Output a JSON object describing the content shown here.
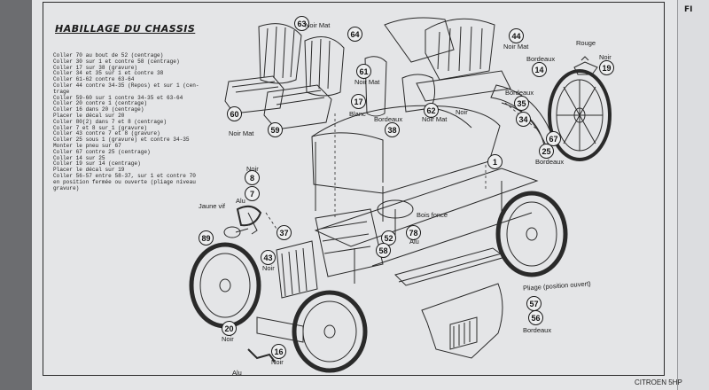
{
  "title": "HABILLAGE DU CHASSIS",
  "side_title": "FI",
  "footer": "CITROEN 5HP",
  "instructions": [
    "Coller 70 au bout de 52 (centrage)",
    "Coller 30 sur 1 et contre 58 (centrage)",
    "Coller 17 sur 38 (gravure)",
    "Coller 34 et 35 sur 1 et contre 38",
    "Coller 61-62 contre 63-64",
    "Coller 44 contre 34-35 (Repos) et sur 1 (cen-",
    "trage",
    "Coller 59-60 sur 1 contre 34-35 et 63-64",
    "Coller 20 contre 1 (centrage)",
    "Coller 16 dans 20 (centrage)",
    "Placer le décal sur 20",
    "Coller 80(2) dans 7 et 8 (centrage)",
    "Coller 7 et 8 sur 1 (gravure)",
    "Coller 43 contre 7 et 8 (gravure)",
    "Coller 25 sous 1 (gravure) et contre 34-35",
    "Monter le pneu sur 67",
    "Coller 67 contre 25 (centrage)",
    "Coller 14 sur 25",
    "Coller 19 sur 14 (centrage)",
    "Placer le décal sur 19",
    "Coller 56-57 entre 58-37, sur 1 et contre 70",
    "en position fermée ou ouverte (pliage niveau",
    "gravure)"
  ],
  "parts": [
    {
      "id": "63",
      "n": "63"
    },
    {
      "id": "64",
      "n": "64"
    },
    {
      "id": "44",
      "n": "44"
    },
    {
      "id": "61",
      "n": "61"
    },
    {
      "id": "14",
      "n": "14"
    },
    {
      "id": "19",
      "n": "19"
    },
    {
      "id": "17",
      "n": "17"
    },
    {
      "id": "62",
      "n": "62"
    },
    {
      "id": "35",
      "n": "35"
    },
    {
      "id": "34",
      "n": "34"
    },
    {
      "id": "60",
      "n": "60"
    },
    {
      "id": "59",
      "n": "59"
    },
    {
      "id": "38",
      "n": "38"
    },
    {
      "id": "67",
      "n": "67"
    },
    {
      "id": "25",
      "n": "25"
    },
    {
      "id": "1",
      "n": "1"
    },
    {
      "id": "8",
      "n": "8"
    },
    {
      "id": "7",
      "n": "7"
    },
    {
      "id": "89",
      "n": "89"
    },
    {
      "id": "37",
      "n": "37"
    },
    {
      "id": "52",
      "n": "52"
    },
    {
      "id": "78",
      "n": "78"
    },
    {
      "id": "58",
      "n": "58"
    },
    {
      "id": "43",
      "n": "43"
    },
    {
      "id": "20",
      "n": "20"
    },
    {
      "id": "16",
      "n": "16"
    },
    {
      "id": "57",
      "n": "57"
    },
    {
      "id": "56",
      "n": "56"
    }
  ],
  "labels": {
    "noir_mat_63": "Noir Mat",
    "noir_mat_44": "Noir Mat",
    "noir_mat_61": "Noir Mat",
    "noir_mat_62": "Noir Mat",
    "noir_mat_60": "Noir Mat",
    "rouge": "Rouge",
    "noir_19": "Noir",
    "bordeaux_14": "Bordeaux",
    "bordeaux_35": "Bordeaux",
    "bordeaux_38": "Bordeaux",
    "bordeaux_25": "Bordeaux",
    "bordeaux_56": "Bordeaux",
    "blanc": "Blanc",
    "noir_center": "Noir",
    "noir_8": "Noir",
    "alu_7": "Alu",
    "jaune_vif": "Jaune vif",
    "bois_fonce": "Bois foncé",
    "alu_78": "Alu",
    "noir_43": "Noir",
    "noir_20": "Noir",
    "noir_16": "Noir",
    "alu_crank": "Alu",
    "pliage": "Pliage (position ouvert)"
  }
}
